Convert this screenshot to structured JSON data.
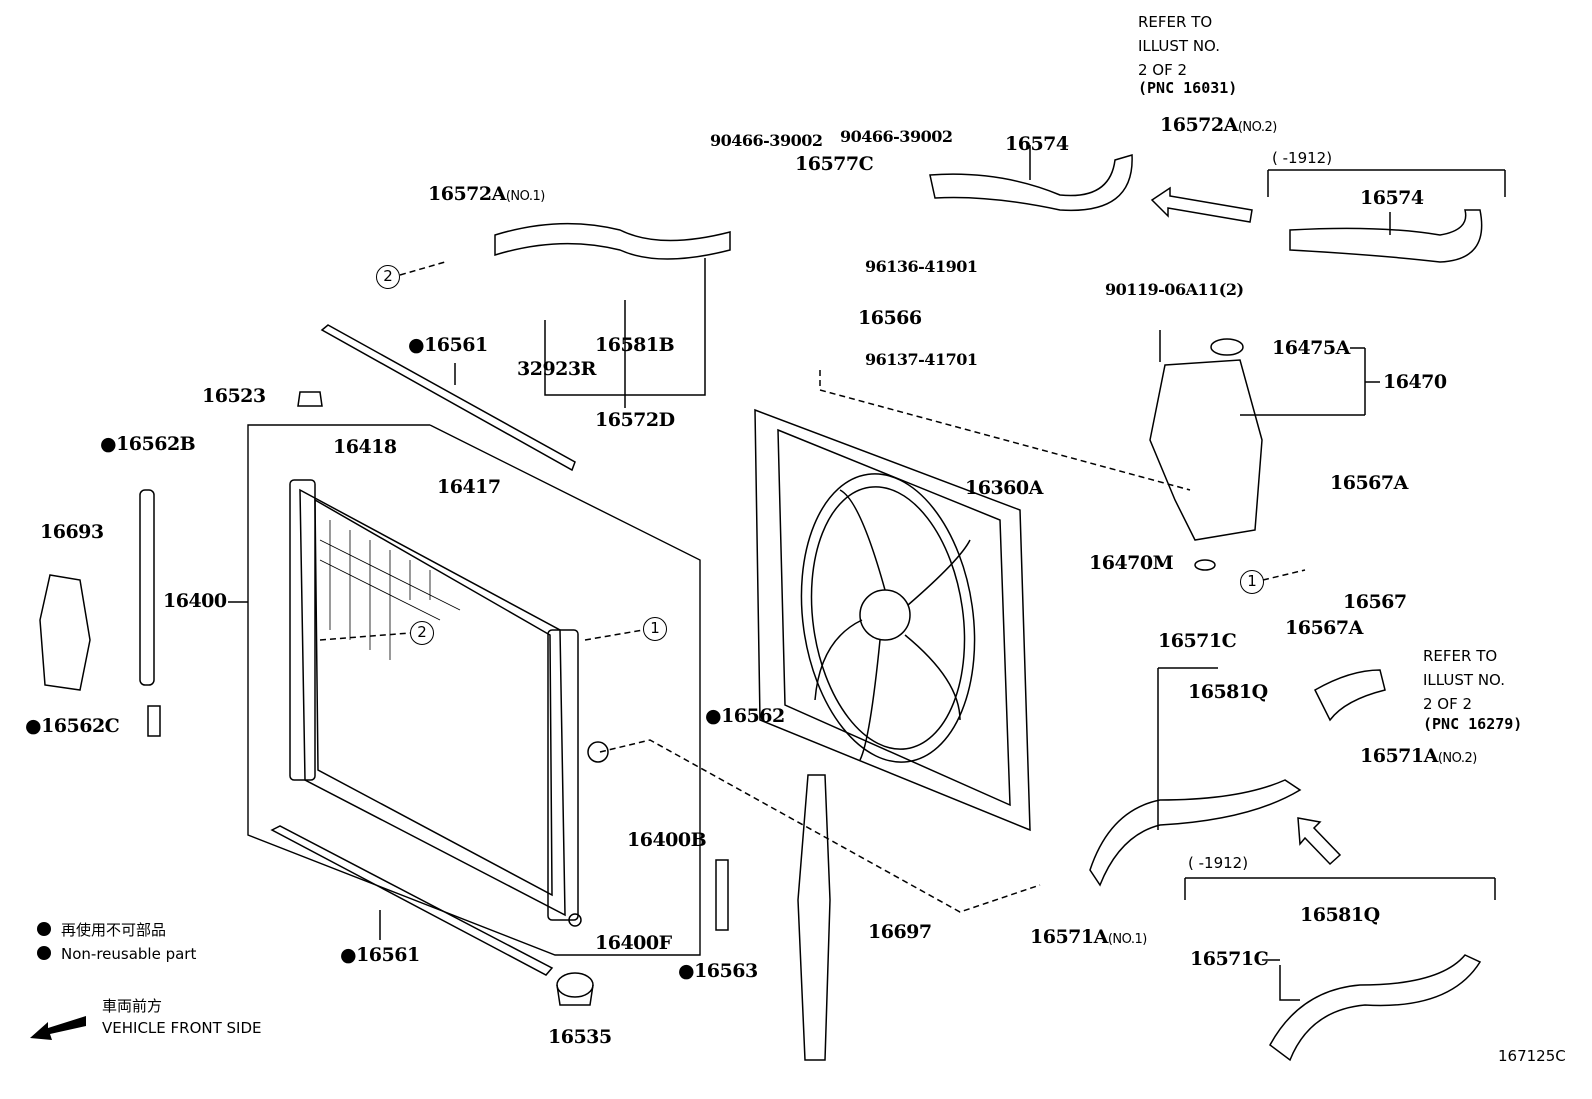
{
  "diagram_code": "167125C",
  "legend": {
    "non_reusable_jp": "再使用不可部品",
    "non_reusable_en": "Non-reusable part",
    "front_jp": "車両前方",
    "front_en": "VEHICLE FRONT SIDE"
  },
  "refer_notes": [
    {
      "line1": "REFER TO",
      "line2": "ILLUST NO.",
      "line3": "2 OF 2",
      "line4": "(PNC 16031)"
    },
    {
      "line1": "REFER TO",
      "line2": "ILLUST NO.",
      "line3": "2 OF 2",
      "line4": "(PNC 16279)"
    }
  ],
  "date_ranges": [
    "(      -1912)",
    "(      -1912)"
  ],
  "callouts": [
    "1",
    "2"
  ],
  "parts": {
    "p16572A_no2": {
      "num": "16572A",
      "sub": "(NO.2)"
    },
    "p90466_a": "90466-39002",
    "p90466_b": "90466-39002",
    "p16577C": "16577C",
    "p16574_a": "16574",
    "p16574_b": "16574",
    "p16572A_no1": {
      "num": "16572A",
      "sub": "(NO.1)"
    },
    "p96136": "96136-41901",
    "p90119": "90119-06A11(2)",
    "p16566": "16566",
    "p16475A": "16475A",
    "p16561_top": "●16561",
    "p32923R": "32923R",
    "p16581B": "16581B",
    "p96137": "96137-41701",
    "p16470": "16470",
    "p16523": "16523",
    "p16572D": "16572D",
    "p16562B": "●16562B",
    "p16418": "16418",
    "p16417": "16417",
    "p16360A": "16360A",
    "p16567A_a": "16567A",
    "p16693": "16693",
    "p16470M": "16470M",
    "p16567": "16567",
    "p16400": "16400",
    "p16567A_b": "16567A",
    "p16571C_a": "16571C",
    "p16581Q_a": "16581Q",
    "p16562": "●16562",
    "p16562C": "●16562C",
    "p16571A_no2": {
      "num": "16571A",
      "sub": "(NO.2)"
    },
    "p16400B": "16400B",
    "p16697": "16697",
    "p16571A_no1": {
      "num": "16571A",
      "sub": "(NO.1)"
    },
    "p16581Q_b": "16581Q",
    "p16400F": "16400F",
    "p16571C_b": "16571C",
    "p16561_bot": "●16561",
    "p16563": "●16563",
    "p16535": "16535"
  }
}
